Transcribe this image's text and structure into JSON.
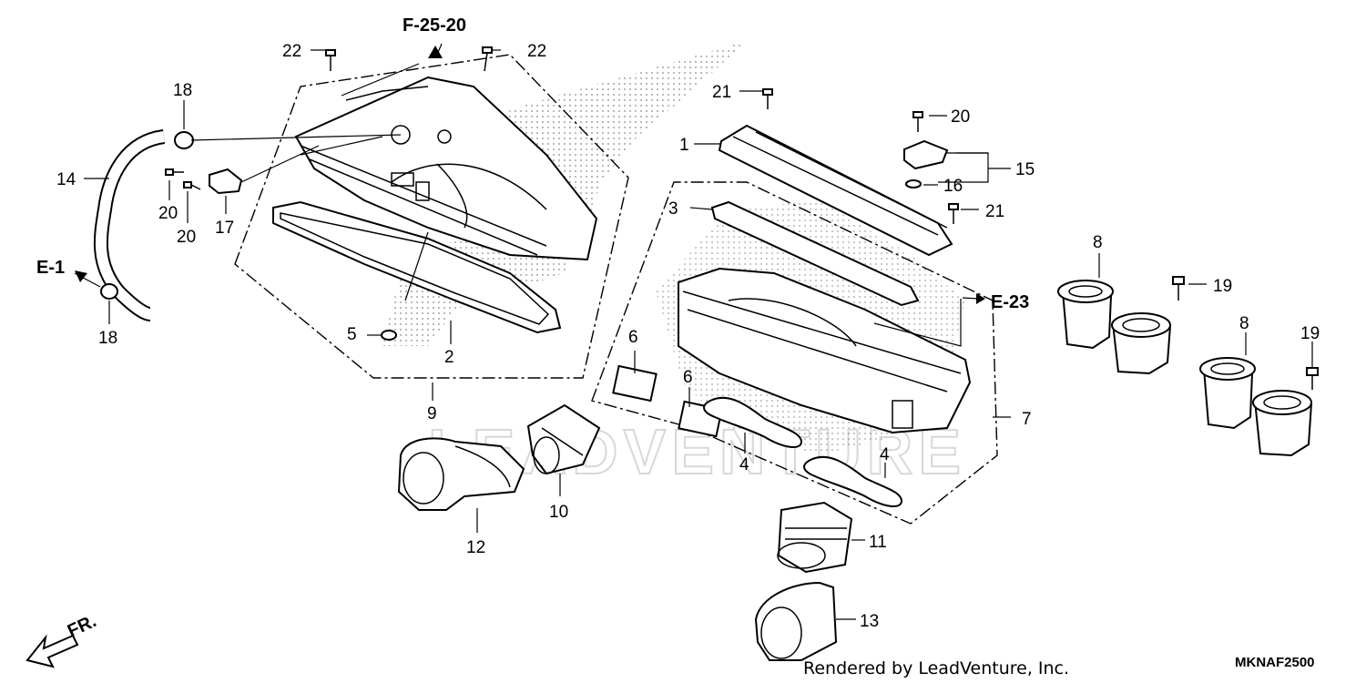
{
  "diagram": {
    "part_labels": {
      "p1": "1",
      "p2": "2",
      "p3": "3",
      "p4a": "4",
      "p4b": "4",
      "p5": "5",
      "p6a": "6",
      "p6b": "6",
      "p7": "7",
      "p8a": "8",
      "p8b": "8",
      "p9": "9",
      "p10": "10",
      "p11": "11",
      "p12": "12",
      "p13": "13",
      "p14": "14",
      "p15": "15",
      "p16": "16",
      "p17": "17",
      "p18a": "18",
      "p18b": "18",
      "p19a": "19",
      "p19b": "19",
      "p20a": "20",
      "p20b": "20",
      "p20c": "20",
      "p21a": "21",
      "p21b": "21",
      "p22a": "22",
      "p22b": "22"
    },
    "references": {
      "f2520": "F-25-20",
      "e1": "E-1",
      "e23": "E-23"
    },
    "front_indicator": "FR.",
    "footer": {
      "rendered_by": "Rendered by LeadVenture, Inc.",
      "diagram_code": "MKNAF2500"
    },
    "watermark": "LEADVENTURE"
  }
}
